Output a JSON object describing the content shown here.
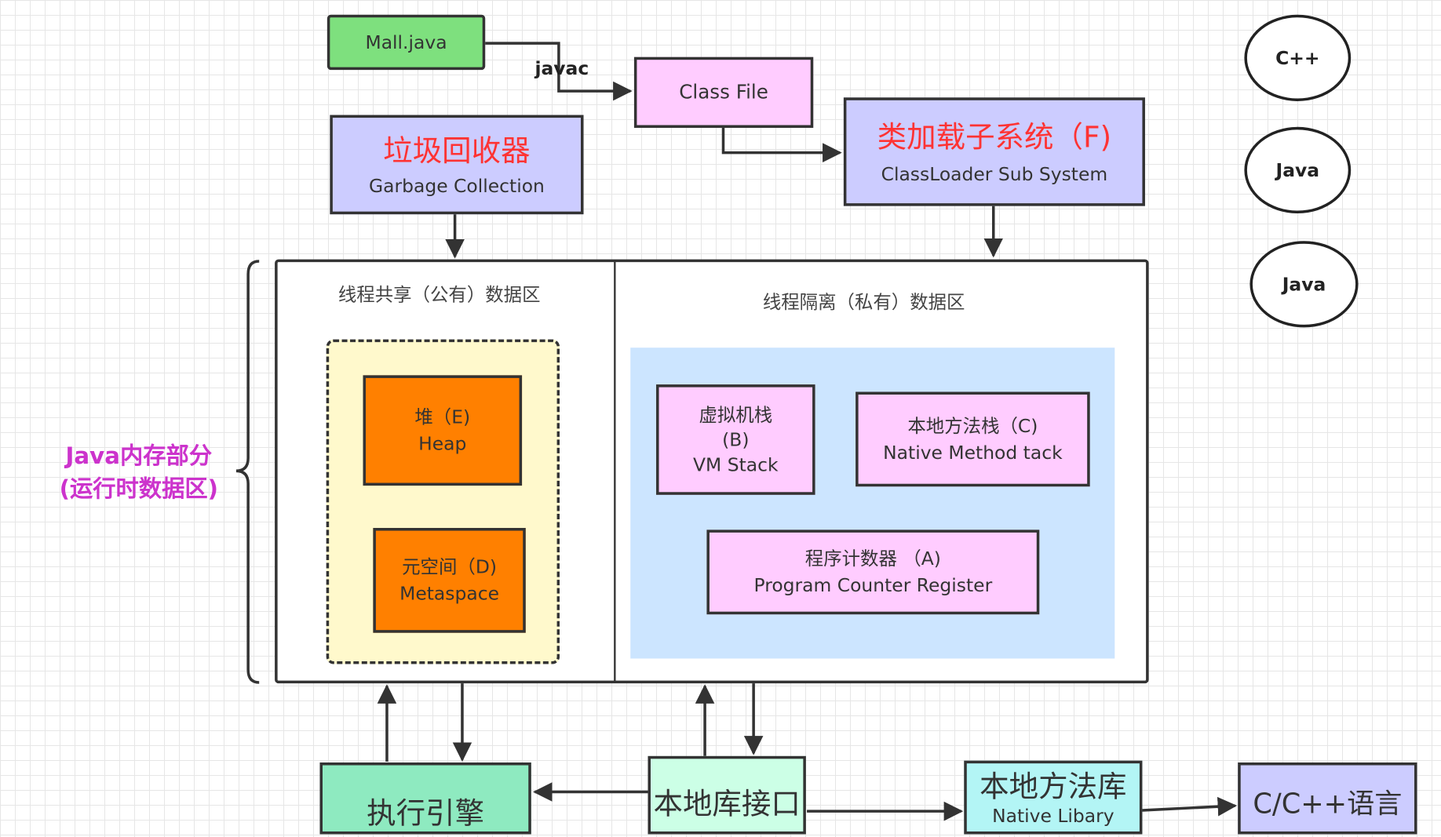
{
  "source": {
    "label": "Mall.java"
  },
  "compiler": {
    "label": "javac"
  },
  "class_file": {
    "label": "Class File"
  },
  "garbage_collector": {
    "title": "垃圾回收器",
    "subtitle": "Garbage Collection"
  },
  "classloader": {
    "title": "类加载子系统（F)",
    "subtitle": "ClassLoader Sub System"
  },
  "languages": [
    "C++",
    "Java",
    "Java"
  ],
  "memory": {
    "brace_label_line1": "Java内存部分",
    "brace_label_line2": "(运行时数据区)",
    "shared_area": {
      "title": "线程共享（公有）数据区",
      "heap": {
        "line1": "堆（E)",
        "line2": "Heap"
      },
      "metaspace": {
        "line1": "元空间（D)",
        "line2": "Metaspace"
      }
    },
    "private_area": {
      "title": "线程隔离（私有）数据区",
      "vm_stack": {
        "line1": "虚拟机栈",
        "line2": "(B)",
        "line3": "VM Stack"
      },
      "native_method_stack": {
        "line1": "本地方法栈（C)",
        "line2": "Native Method tack"
      },
      "program_counter": {
        "line1": "程序计数器 （A)",
        "line2": "Program Counter Register"
      }
    }
  },
  "execution_engine": {
    "label": "执行引擎"
  },
  "native_interface": {
    "label": "本地库接口"
  },
  "native_library": {
    "title": "本地方法库",
    "subtitle": "Native Libary"
  },
  "cpp_language": {
    "label": "C/C++语言"
  },
  "colors": {
    "green": "#7ee07e",
    "pink": "#ffccff",
    "lavender": "#ccccff",
    "red_title": "#ff3333",
    "orange": "#ff8000",
    "yellow": "#fff9cc",
    "light_blue": "#cce5ff",
    "teal": "#8eeac0",
    "mint": "#ccffe6",
    "cyan": "#b3f5f5",
    "magenta_label": "#cc33cc"
  }
}
